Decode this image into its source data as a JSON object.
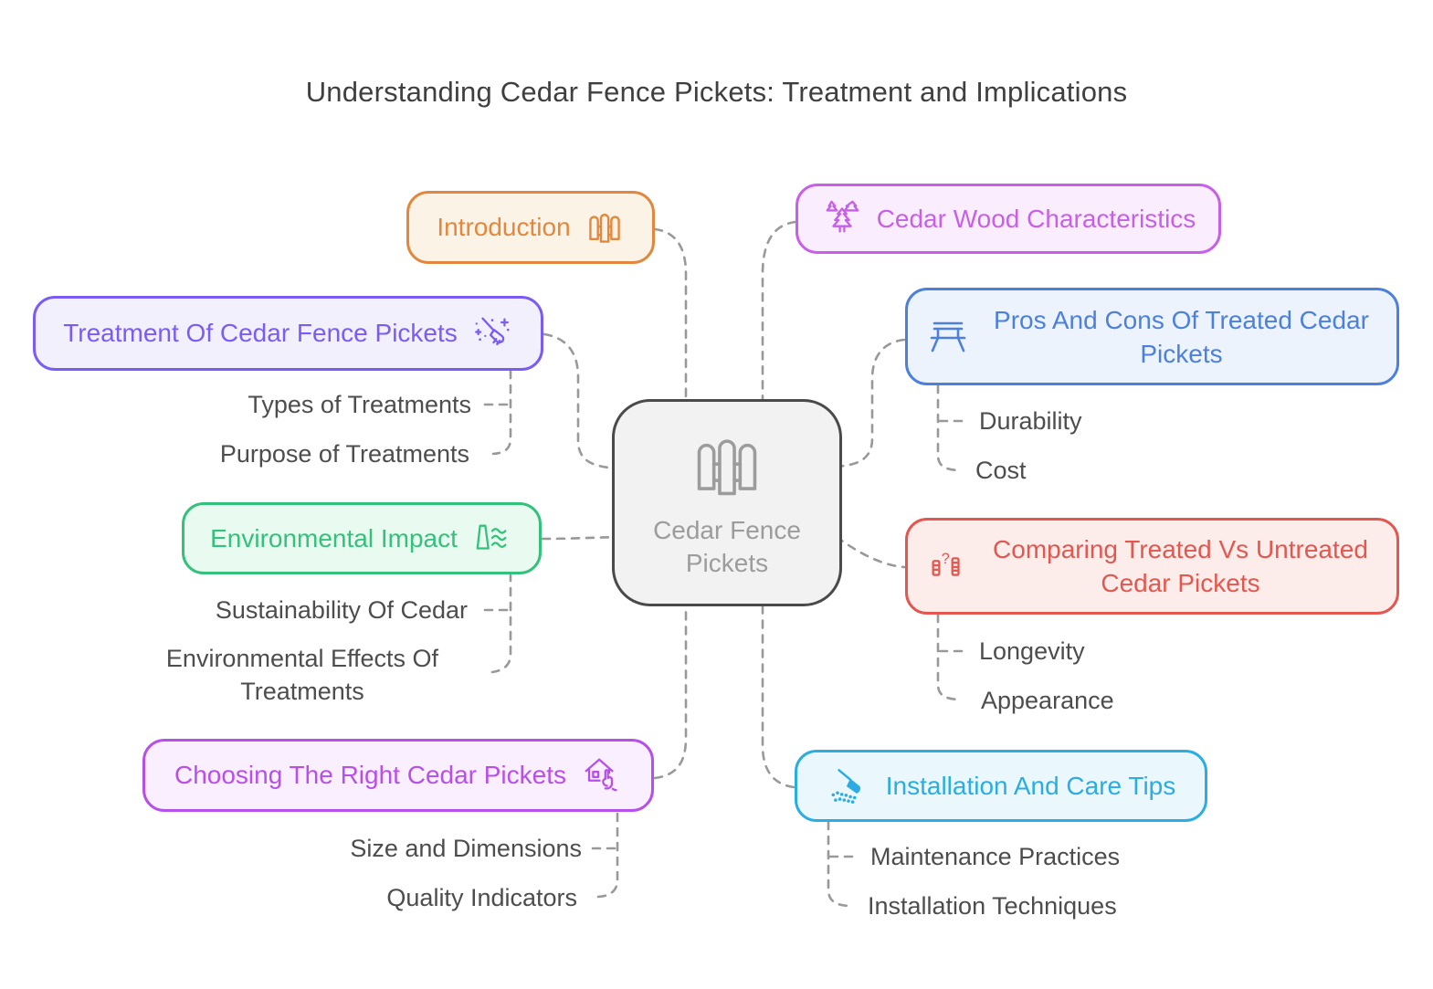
{
  "title": "Understanding Cedar Fence Pickets: Treatment and Implications",
  "colors": {
    "connector": "#999999",
    "title_text": "#3F3F3F",
    "subtopic_text": "#4D4D4D"
  },
  "center": {
    "label": "Cedar Fence Pickets",
    "icon": "fence-icon",
    "border": "#4A4A4A",
    "bg": "#F2F2F2",
    "text": "#9C9C9C"
  },
  "nodes": {
    "introduction": {
      "label": "Introduction",
      "icon": "fence-icon",
      "border": "#E2883E",
      "bg": "#FCF3E7"
    },
    "cedar_wood": {
      "label": "Cedar Wood Characteristics",
      "icon": "pine-trees-icon",
      "border": "#C75FE8",
      "bg": "#FAEEFE"
    },
    "treatment": {
      "label": "Treatment Of Cedar Fence Pickets",
      "icon": "magic-broom-icon",
      "border": "#7A5CF5",
      "bg": "#F3F0FE",
      "children": [
        "Types of Treatments",
        "Purpose of Treatments"
      ]
    },
    "pros_cons": {
      "label": "Pros And Cons Of Treated Cedar Pickets",
      "icon": "bench-icon",
      "border": "#4C80DA",
      "bg": "#EDF3FC",
      "children": [
        "Durability",
        "Cost"
      ]
    },
    "environmental": {
      "label": "Environmental Impact",
      "icon": "dam-waves-icon",
      "border": "#34C17B",
      "bg": "#E9FAF1",
      "children": [
        "Sustainability Of Cedar",
        "Environmental Effects Of Treatments"
      ]
    },
    "comparing": {
      "label": "Comparing Treated Vs Untreated Cedar Pickets",
      "icon": "compare-pickets-icon",
      "border": "#E25750",
      "bg": "#FCECEA",
      "children": [
        "Longevity",
        "Appearance"
      ]
    },
    "choosing": {
      "label": "Choosing The Right Cedar Pickets",
      "icon": "house-pointer-icon",
      "border": "#B750E8",
      "bg": "#FAEFFE",
      "children": [
        "Size and Dimensions",
        "Quality Indicators"
      ]
    },
    "installation": {
      "label": "Installation And Care Tips",
      "icon": "sweeping-broom-icon",
      "border": "#2BACE2",
      "bg": "#EAF7FD",
      "children": [
        "Maintenance Practices",
        "Installation Techniques"
      ]
    }
  }
}
